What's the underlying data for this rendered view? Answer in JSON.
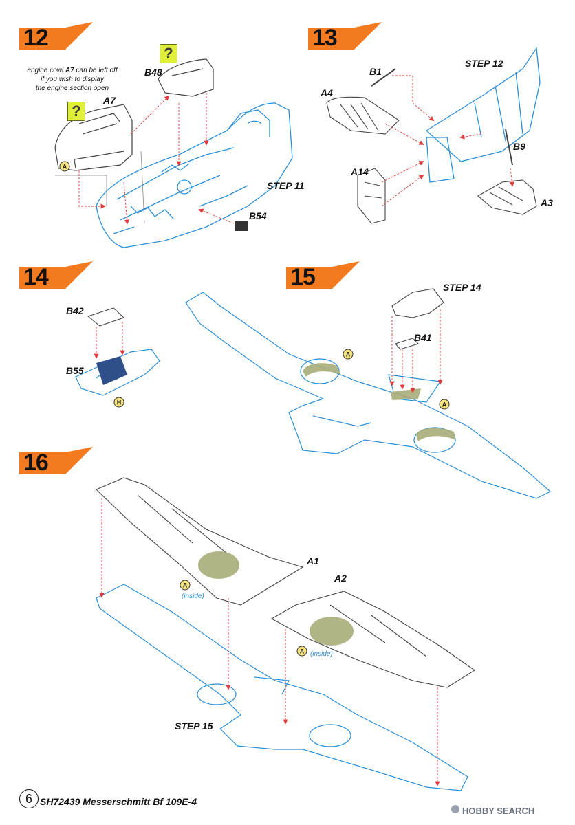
{
  "colors": {
    "accent": "#f47a20",
    "line": "#2b8fd8",
    "arrow": "#e23a3a",
    "paint": "#a9ad78",
    "qmark": "#dfef3a"
  },
  "steps": [
    {
      "number": "12",
      "note_prefix": "engine cowl ",
      "note_part": "A7",
      "note_rest1": " can be left off",
      "note_line2": "if you wish to display",
      "note_line3": "the engine section open",
      "parts": [
        "A7",
        "B48",
        "B54"
      ],
      "ref": "STEP 11"
    },
    {
      "number": "13",
      "parts": [
        "B1",
        "A4",
        "B9",
        "A14",
        "A3"
      ],
      "ref": "STEP 12"
    },
    {
      "number": "14",
      "parts": [
        "B42",
        "B55"
      ]
    },
    {
      "number": "15",
      "parts": [
        "B41"
      ],
      "ref": "STEP 14"
    },
    {
      "number": "16",
      "parts": [
        "A1",
        "A2"
      ],
      "ref": "STEP 15",
      "inside": "(inside)"
    }
  ],
  "markers": {
    "paint_a": "A",
    "paint_h": "H",
    "question": "?"
  },
  "footer": {
    "page": "6",
    "title": "SH72439 Messerschmitt Bf 109E-4",
    "watermark": "HOBBY SEARCH"
  }
}
